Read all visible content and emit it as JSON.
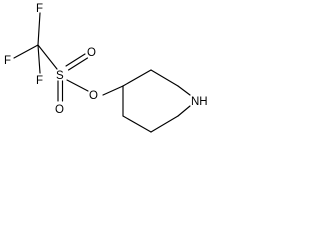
{
  "molecule": {
    "labels": {
      "f_top": "F",
      "f_left": "F",
      "f_bottom": "F",
      "sulfur": "S",
      "o_top": "O",
      "o_bottom": "O",
      "o_ester": "O",
      "nh": "NH"
    }
  }
}
